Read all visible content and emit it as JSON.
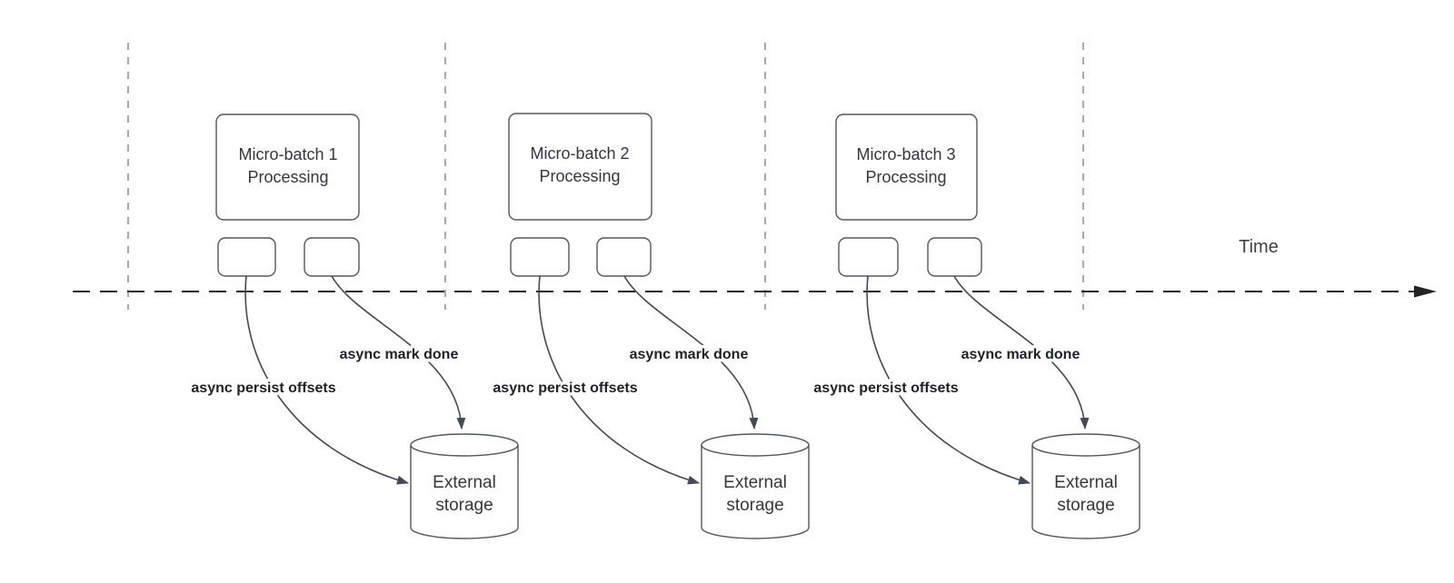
{
  "diagram": {
    "time_axis_label": "Time",
    "batches": [
      {
        "title_line1": "Micro-batch 1",
        "title_line2": "Processing",
        "persist_label": "async persist offsets",
        "done_label": "async mark done",
        "storage_line1": "External",
        "storage_line2": "storage"
      },
      {
        "title_line1": "Micro-batch 2",
        "title_line2": "Processing",
        "persist_label": "async persist offsets",
        "done_label": "async mark done",
        "storage_line1": "External",
        "storage_line2": "storage"
      },
      {
        "title_line1": "Micro-batch 3",
        "title_line2": "Processing",
        "persist_label": "async persist offsets",
        "done_label": "async mark done",
        "storage_line1": "External",
        "storage_line2": "storage"
      }
    ],
    "colors": {
      "background": "#ffffff",
      "shape_stroke": "#505862",
      "curve_stroke": "#434a55",
      "timeline_stroke": "#212327",
      "guide_stroke": "#a9aab0",
      "text": "#303845",
      "label_text": "#1b222c",
      "muted_text": "#3c434d"
    }
  }
}
